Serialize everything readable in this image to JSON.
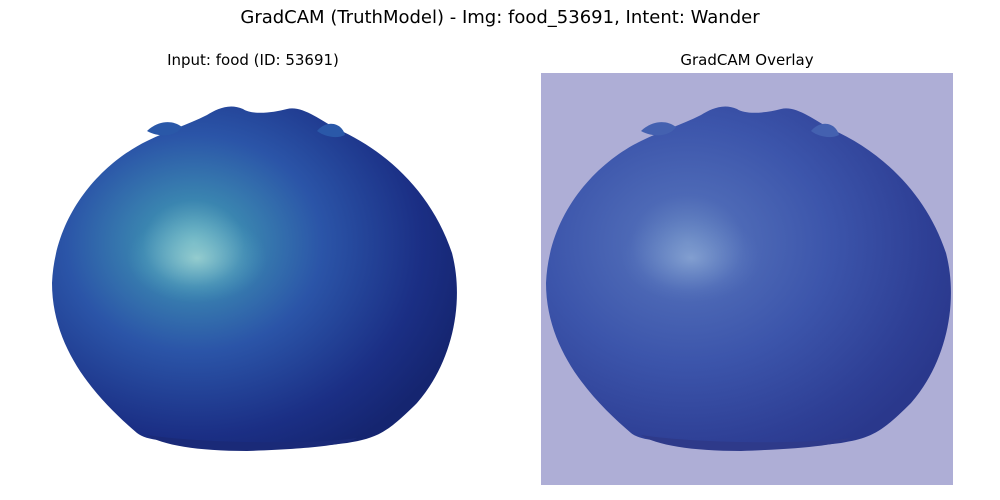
{
  "figure": {
    "title": "GradCAM (TruthModel) - Img: food_53691, Intent: Wander"
  },
  "panels": [
    {
      "title": "Input: food (ID: 53691)",
      "image_subject": "blue round food item (onion-like) on white background",
      "background_color": "#ffffff"
    },
    {
      "title": "GradCAM Overlay",
      "image_subject": "same food item with uniform low-activation colormap overlay",
      "overlay_color": "#aeaed6"
    }
  ],
  "colors": {
    "food_dark": "#1c2f82",
    "food_mid": "#2b51a6",
    "food_light": "#4f9ec0",
    "overlay_tint": "#aeaed6"
  }
}
